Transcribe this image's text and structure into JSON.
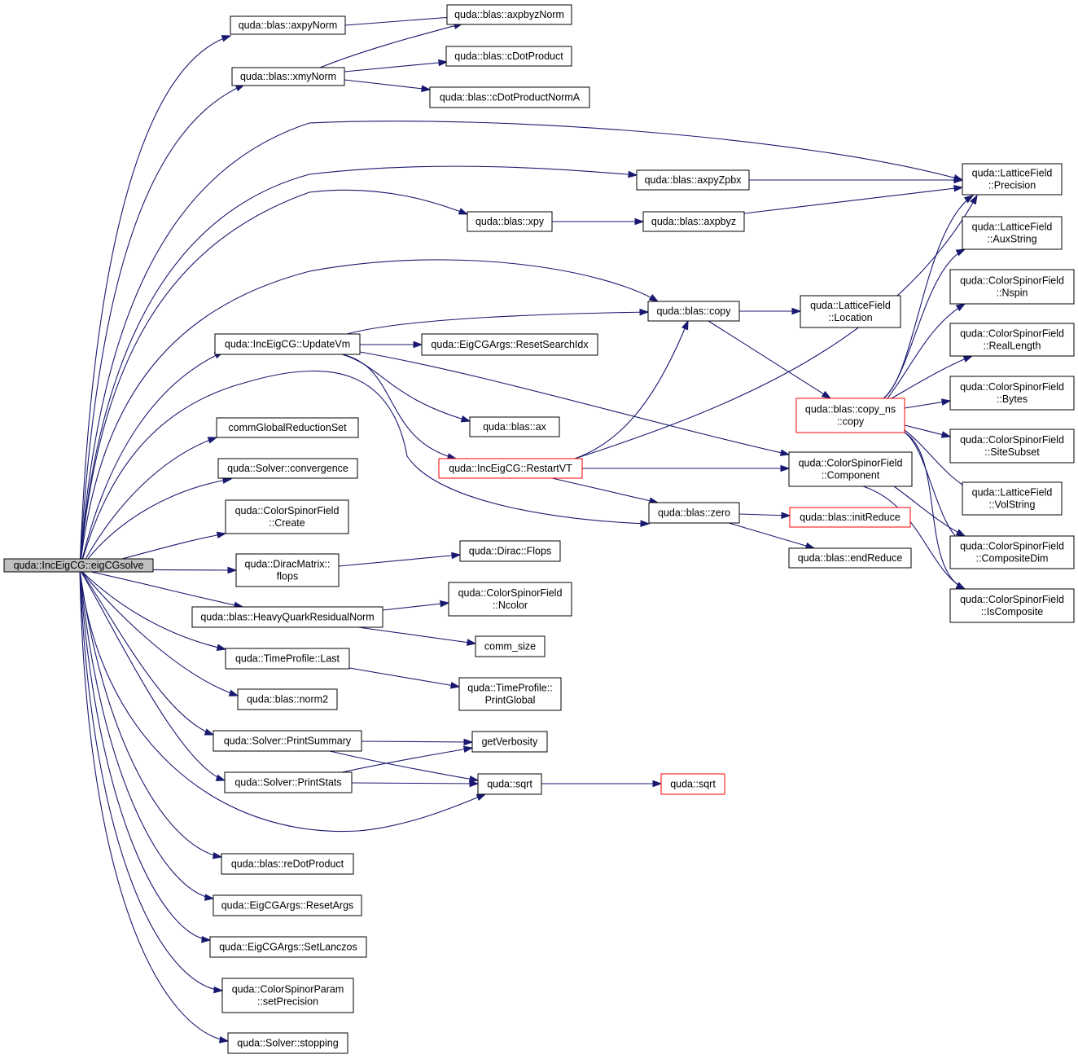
{
  "graph": {
    "edge_color": "#191970",
    "truncated_border_color": "#ff0000",
    "root_fill_color": "#bfbfbf",
    "nodes": {
      "root": {
        "lines": [
          "quda::IncEigCG::eigCGsolve"
        ],
        "style": "root"
      },
      "axpyNorm": {
        "lines": [
          "quda::blas::axpyNorm"
        ]
      },
      "axpbyzNorm": {
        "lines": [
          "quda::blas::axpbyzNorm"
        ]
      },
      "xmyNorm": {
        "lines": [
          "quda::blas::xmyNorm"
        ]
      },
      "cDotProduct": {
        "lines": [
          "quda::blas::cDotProduct"
        ]
      },
      "cDotProductNormA": {
        "lines": [
          "quda::blas::cDotProductNormA"
        ]
      },
      "precision": {
        "lines": [
          "quda::LatticeField",
          "::Precision"
        ]
      },
      "axpyZpbx": {
        "lines": [
          "quda::blas::axpyZpbx"
        ]
      },
      "xpy": {
        "lines": [
          "quda::blas::xpy"
        ]
      },
      "axpbyz": {
        "lines": [
          "quda::blas::axpbyz"
        ]
      },
      "auxString": {
        "lines": [
          "quda::LatticeField",
          "::AuxString"
        ]
      },
      "nspin": {
        "lines": [
          "quda::ColorSpinorField",
          "::Nspin"
        ]
      },
      "copy": {
        "lines": [
          "quda::blas::copy"
        ]
      },
      "location": {
        "lines": [
          "quda::LatticeField",
          "::Location"
        ]
      },
      "realLength": {
        "lines": [
          "quda::ColorSpinorField",
          "::RealLength"
        ]
      },
      "updateVm": {
        "lines": [
          "quda::IncEigCG::UpdateVm"
        ]
      },
      "resetSearchIdx": {
        "lines": [
          "quda::EigCGArgs::ResetSearchIdx"
        ]
      },
      "bytes": {
        "lines": [
          "quda::ColorSpinorField",
          "::Bytes"
        ]
      },
      "copyNs": {
        "lines": [
          "quda::blas::copy_ns",
          "::copy"
        ],
        "style": "truncated"
      },
      "ax": {
        "lines": [
          "quda::blas::ax"
        ]
      },
      "commGlobalReductionSet": {
        "lines": [
          "commGlobalReductionSet"
        ]
      },
      "siteSubset": {
        "lines": [
          "quda::ColorSpinorField",
          "::SiteSubset"
        ]
      },
      "restartVT": {
        "lines": [
          "quda::IncEigCG::RestartVT"
        ],
        "style": "truncated"
      },
      "component": {
        "lines": [
          "quda::ColorSpinorField",
          "::Component"
        ]
      },
      "convergence": {
        "lines": [
          "quda::Solver::convergence"
        ]
      },
      "volString": {
        "lines": [
          "quda::LatticeField",
          "::VolString"
        ]
      },
      "create": {
        "lines": [
          "quda::ColorSpinorField",
          "::Create"
        ]
      },
      "zero": {
        "lines": [
          "quda::blas::zero"
        ]
      },
      "initReduce": {
        "lines": [
          "quda::blas::initReduce"
        ],
        "style": "truncated"
      },
      "compositeDim": {
        "lines": [
          "quda::ColorSpinorField",
          "::CompositeDim"
        ]
      },
      "diracMatrixFlops": {
        "lines": [
          "quda::DiracMatrix::",
          "flops"
        ]
      },
      "diracFlops": {
        "lines": [
          "quda::Dirac::Flops"
        ]
      },
      "endReduce": {
        "lines": [
          "quda::blas::endReduce"
        ]
      },
      "isComposite": {
        "lines": [
          "quda::ColorSpinorField",
          "::IsComposite"
        ]
      },
      "heavyQuark": {
        "lines": [
          "quda::blas::HeavyQuarkResidualNorm"
        ]
      },
      "ncolor": {
        "lines": [
          "quda::ColorSpinorField",
          "::Ncolor"
        ]
      },
      "commSize": {
        "lines": [
          "comm_size"
        ]
      },
      "timeLast": {
        "lines": [
          "quda::TimeProfile::Last"
        ]
      },
      "printGlobal": {
        "lines": [
          "quda::TimeProfile::",
          "PrintGlobal"
        ]
      },
      "norm2": {
        "lines": [
          "quda::blas::norm2"
        ]
      },
      "printSummary": {
        "lines": [
          "quda::Solver::PrintSummary"
        ]
      },
      "getVerbosity": {
        "lines": [
          "getVerbosity"
        ]
      },
      "printStats": {
        "lines": [
          "quda::Solver::PrintStats"
        ]
      },
      "sqrt": {
        "lines": [
          "quda::sqrt"
        ]
      },
      "sqrtRed": {
        "lines": [
          "quda::sqrt"
        ],
        "style": "truncated"
      },
      "reDotProduct": {
        "lines": [
          "quda::blas::reDotProduct"
        ]
      },
      "resetArgs": {
        "lines": [
          "quda::EigCGArgs::ResetArgs"
        ]
      },
      "setLanczos": {
        "lines": [
          "quda::EigCGArgs::SetLanczos"
        ]
      },
      "setPrecision": {
        "lines": [
          "quda::ColorSpinorParam",
          "::setPrecision"
        ]
      },
      "stopping": {
        "lines": [
          "quda::Solver::stopping"
        ]
      }
    },
    "edges": [
      [
        "root",
        "axpyNorm"
      ],
      [
        "root",
        "xmyNorm"
      ],
      [
        "root",
        "precision"
      ],
      [
        "root",
        "axpyZpbx"
      ],
      [
        "root",
        "xpy"
      ],
      [
        "root",
        "copy"
      ],
      [
        "root",
        "updateVm"
      ],
      [
        "root",
        "zero"
      ],
      [
        "root",
        "commGlobalReductionSet"
      ],
      [
        "root",
        "convergence"
      ],
      [
        "root",
        "create"
      ],
      [
        "root",
        "diracMatrixFlops"
      ],
      [
        "root",
        "heavyQuark"
      ],
      [
        "root",
        "timeLast"
      ],
      [
        "root",
        "norm2"
      ],
      [
        "root",
        "printSummary"
      ],
      [
        "root",
        "printStats"
      ],
      [
        "root",
        "sqrt"
      ],
      [
        "root",
        "reDotProduct"
      ],
      [
        "root",
        "resetArgs"
      ],
      [
        "root",
        "setLanczos"
      ],
      [
        "root",
        "setPrecision"
      ],
      [
        "root",
        "stopping"
      ],
      [
        "axpyNorm",
        "axpbyzNorm"
      ],
      [
        "xmyNorm",
        "axpbyzNorm"
      ],
      [
        "xmyNorm",
        "cDotProduct"
      ],
      [
        "xmyNorm",
        "cDotProductNormA"
      ],
      [
        "axpyZpbx",
        "precision"
      ],
      [
        "xpy",
        "axpbyz"
      ],
      [
        "axpbyz",
        "precision"
      ],
      [
        "copy",
        "location"
      ],
      [
        "copy",
        "copyNs"
      ],
      [
        "updateVm",
        "copy"
      ],
      [
        "updateVm",
        "resetSearchIdx"
      ],
      [
        "updateVm",
        "ax"
      ],
      [
        "updateVm",
        "restartVT"
      ],
      [
        "updateVm",
        "component"
      ],
      [
        "restartVT",
        "copy"
      ],
      [
        "restartVT",
        "precision"
      ],
      [
        "restartVT",
        "component"
      ],
      [
        "restartVT",
        "zero"
      ],
      [
        "copyNs",
        "precision"
      ],
      [
        "copyNs",
        "auxString"
      ],
      [
        "copyNs",
        "nspin"
      ],
      [
        "copyNs",
        "realLength"
      ],
      [
        "copyNs",
        "bytes"
      ],
      [
        "copyNs",
        "siteSubset"
      ],
      [
        "copyNs",
        "volString"
      ],
      [
        "copyNs",
        "compositeDim"
      ],
      [
        "copyNs",
        "isComposite"
      ],
      [
        "component",
        "compositeDim"
      ],
      [
        "component",
        "isComposite"
      ],
      [
        "zero",
        "initReduce"
      ],
      [
        "zero",
        "endReduce"
      ],
      [
        "diracMatrixFlops",
        "diracFlops"
      ],
      [
        "heavyQuark",
        "ncolor"
      ],
      [
        "heavyQuark",
        "commSize"
      ],
      [
        "timeLast",
        "printGlobal"
      ],
      [
        "printSummary",
        "getVerbosity"
      ],
      [
        "printSummary",
        "sqrt"
      ],
      [
        "printStats",
        "getVerbosity"
      ],
      [
        "printStats",
        "sqrt"
      ],
      [
        "sqrt",
        "sqrtRed"
      ]
    ]
  }
}
